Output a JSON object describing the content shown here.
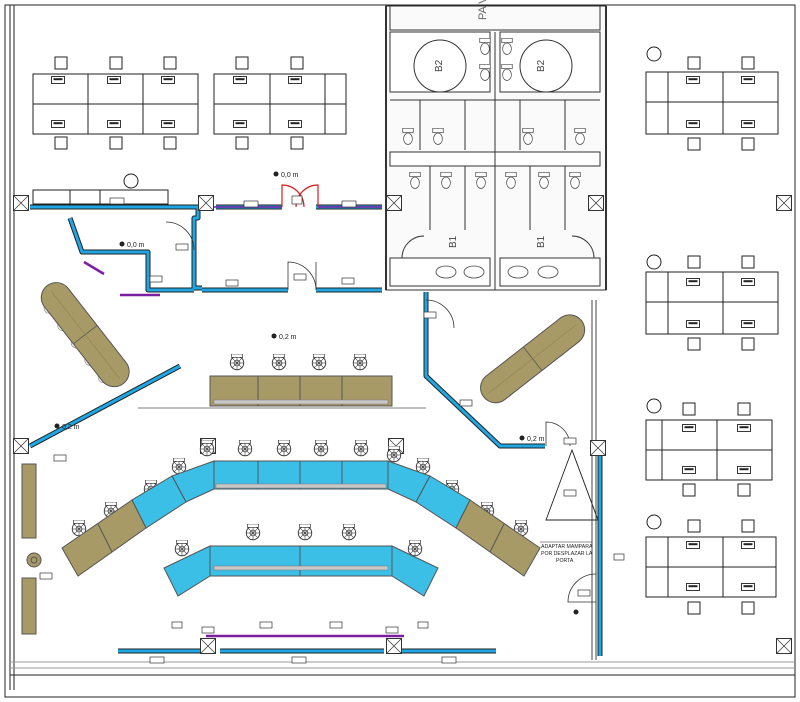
{
  "plan": {
    "top_label": "PA VE",
    "room_labels": [
      "B2",
      "B2",
      "B1",
      "B1"
    ],
    "level_labels": [
      "0,0 m",
      "0,0 m",
      "0,2 m",
      "0,2 m",
      "0,2 m"
    ],
    "note_lines": [
      "ADAPTAR MAMPARA",
      "POR DESPLAZAR LA",
      "PORTA"
    ]
  },
  "colors": {
    "wall": "#1ea7e4",
    "desk_blue": "#3bbfe6",
    "desk_tan": "#a89a66",
    "partition": "#7b1fa2",
    "door_red": "#d62020",
    "line": "#222222"
  }
}
